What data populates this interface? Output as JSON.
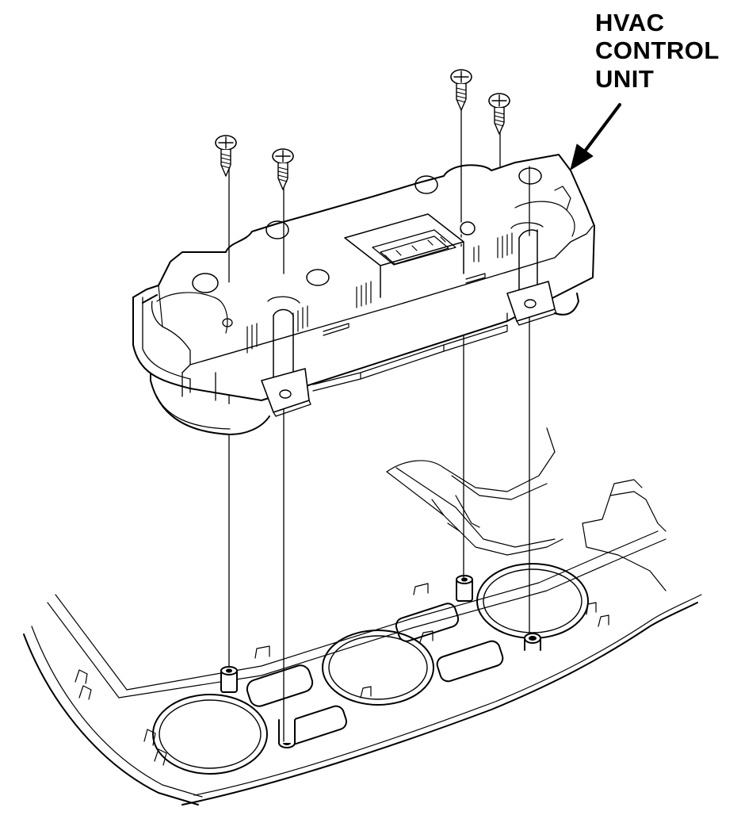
{
  "callout": {
    "lines": [
      "HVAC",
      "CONTROL",
      "UNIT"
    ]
  },
  "colors": {
    "ink": "#000000",
    "paper": "#ffffff"
  }
}
